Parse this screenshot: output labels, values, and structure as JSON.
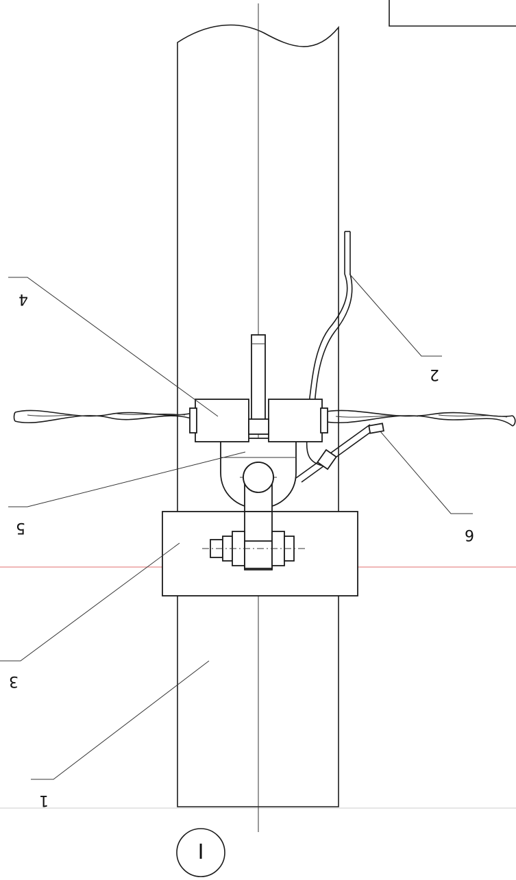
{
  "callouts": [
    {
      "id": "1",
      "text": "1"
    },
    {
      "id": "2",
      "text": "2"
    },
    {
      "id": "3",
      "text": "3"
    },
    {
      "id": "4",
      "text": "4"
    },
    {
      "id": "5",
      "text": "5"
    },
    {
      "id": "6",
      "text": "6"
    }
  ],
  "view_marker": "I",
  "colors": {
    "line": "#1a1a1a",
    "reference_line": "#e88a8a",
    "background": "#ffffff"
  }
}
